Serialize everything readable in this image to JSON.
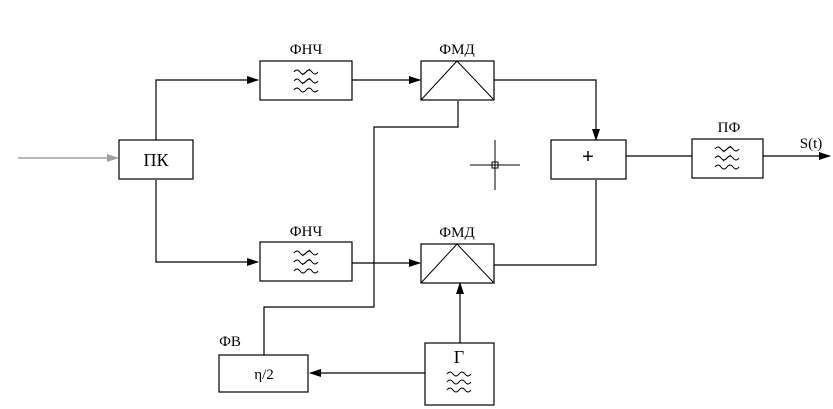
{
  "blocks": {
    "pk": "ПК",
    "lpf_top": "ФНЧ",
    "lpf_bottom": "ФНЧ",
    "pmd_top": "ФМД",
    "pmd_bottom": "ФМД",
    "summer": "+",
    "bpf": "ПФ",
    "generator": "Г",
    "phase_shifter_label": "ФВ",
    "phase_shifter_value": "η/2"
  },
  "output_label": "S(t)",
  "colors": {
    "line": "#000000",
    "input_line": "#a0a0a0",
    "background": "#ffffff"
  }
}
